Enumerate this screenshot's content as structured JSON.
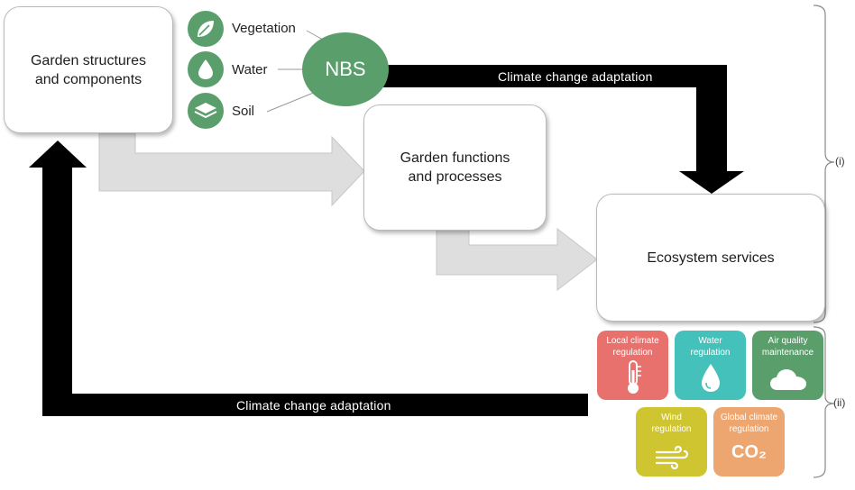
{
  "boxes": {
    "garden_structures": "Garden structures\nand components",
    "garden_functions": "Garden functions\nand processes",
    "ecosystem_services": "Ecosystem services"
  },
  "nbs": {
    "label": "NBS",
    "elements": [
      {
        "label": "Vegetation",
        "icon": "leaf-icon"
      },
      {
        "label": "Water",
        "icon": "water-drop-icon"
      },
      {
        "label": "Soil",
        "icon": "soil-layers-icon"
      }
    ]
  },
  "arrows": {
    "top_label": "Climate change adaptation",
    "bottom_label": "Climate change adaptation"
  },
  "services": [
    {
      "label": "Local climate\nregulation",
      "icon": "thermometer-icon",
      "color": "#e8716d"
    },
    {
      "label": "Water\nregulation",
      "icon": "water-drop-icon",
      "color": "#45c1bb"
    },
    {
      "label": "Air quality\nmaintenance",
      "icon": "cloud-icon",
      "color": "#5a9e6c"
    },
    {
      "label": "Wind\nregulation",
      "icon": "wind-icon",
      "color": "#cfc531"
    },
    {
      "label": "Global climate\nregulation",
      "icon": "co2-icon",
      "color": "#eda66f",
      "text": "CO₂"
    }
  ],
  "brackets": {
    "upper": "(i)",
    "lower": "(ii)"
  }
}
